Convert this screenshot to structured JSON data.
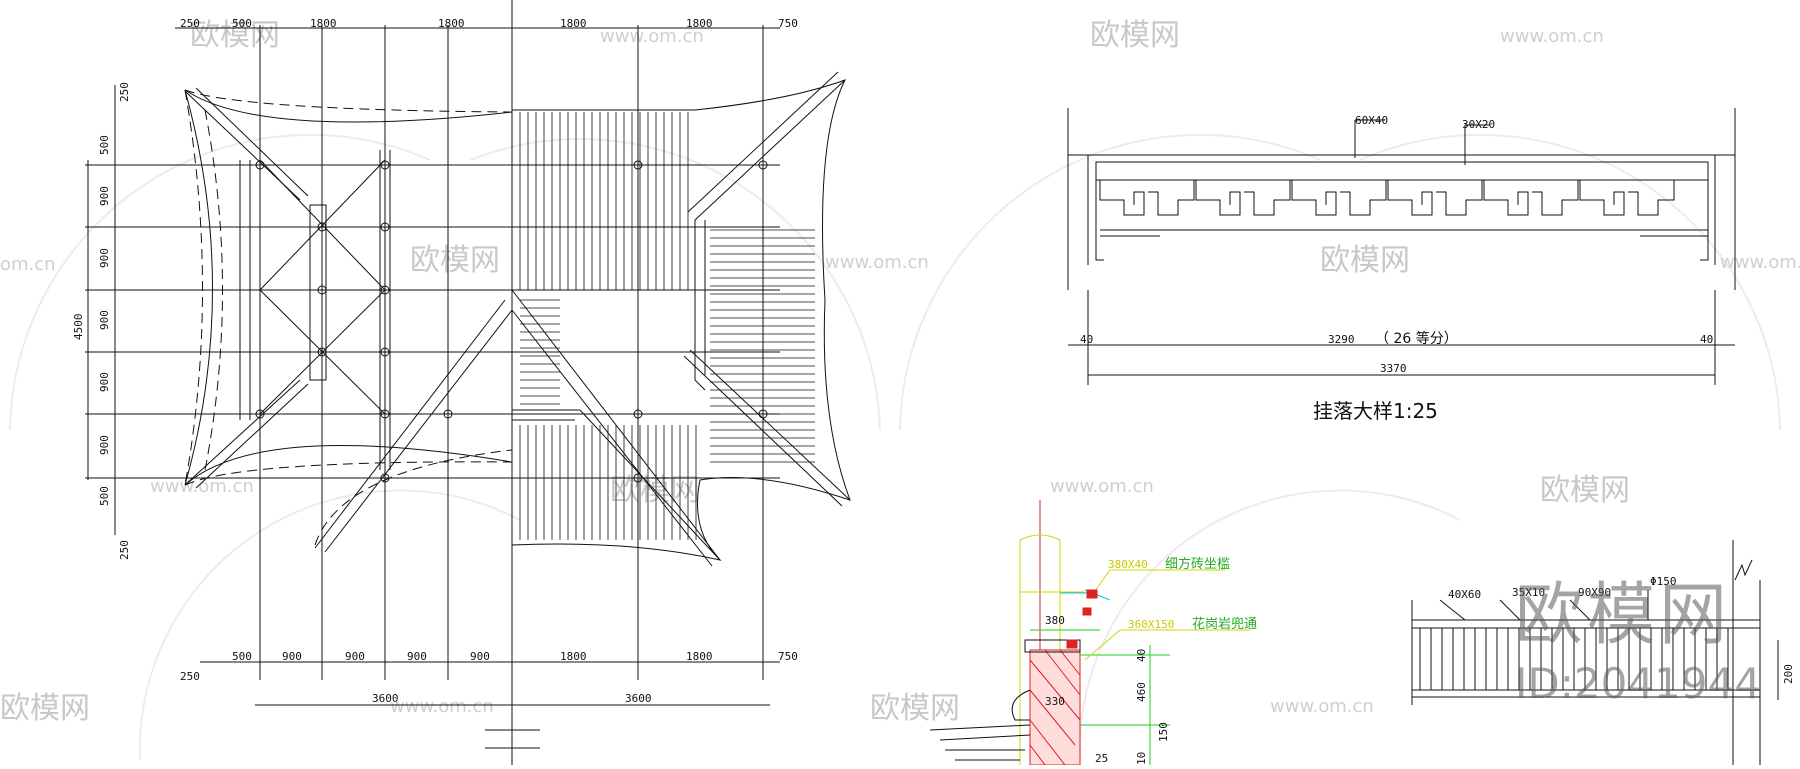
{
  "plan": {
    "top_dims": [
      "250",
      "500",
      "1800",
      "1800",
      "1800",
      "1800",
      "750"
    ],
    "bottom_dims_row1": [
      "500",
      "900",
      "900",
      "900",
      "900",
      "1800",
      "1800",
      "750"
    ],
    "bottom_dims_row2": [
      "3600",
      "3600"
    ],
    "left_dims": [
      "250",
      "500",
      "900",
      "900",
      "900",
      "900",
      "900",
      "500",
      "250"
    ],
    "left_total": "4500",
    "bottom_left_250": "250"
  },
  "guaqi": {
    "member_label_1": "60X40",
    "member_label_2": "30X20",
    "end_dim_left": "40",
    "end_dim_right": "40",
    "middle_dim": "3290",
    "middle_note": "（ 26 等分）",
    "total_dim": "3370",
    "title": "挂落大样1:25"
  },
  "section": {
    "label_a": "380X40",
    "note_a": "细方砖坐槛",
    "label_b": "360X150",
    "note_b": "花岗岩兜通",
    "dim_380": "380",
    "dim_330": "330",
    "dim_40": "40",
    "dim_460": "460",
    "dim_150": "150",
    "dim_25": "25",
    "dim_10": "10"
  },
  "rail": {
    "label_1": "40X60",
    "label_2": "35X10",
    "label_3": "90X90",
    "label_4": "Φ150",
    "dim_200": "200"
  },
  "watermark": {
    "brand": "欧模网",
    "url": "www.om.cn",
    "url_short": "om.cn",
    "big_brand": "欧模网",
    "id_text": "ID:2041944"
  },
  "colors": {
    "line": "#111111",
    "yellow": "#d4d400",
    "green": "#22cc22",
    "red": "#dd2222",
    "cyan": "#00c8e0",
    "watermark": "#c8c8c8"
  }
}
